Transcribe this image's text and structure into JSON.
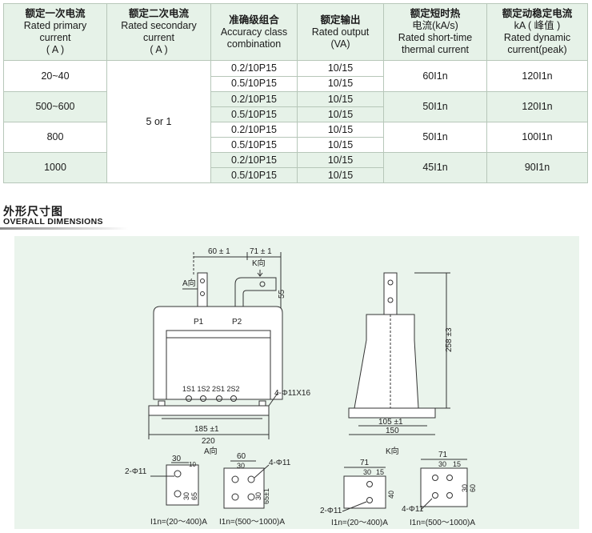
{
  "table": {
    "headers": [
      [
        "额定一次电流",
        "Rated primary",
        "current",
        "( A )"
      ],
      [
        "额定二次电流",
        "Rated secondary",
        "current",
        "( A )"
      ],
      [
        "准确级组合",
        "Accuracy class",
        "combination"
      ],
      [
        "额定输出",
        "Rated output",
        "(VA)"
      ],
      [
        "额定短时热",
        "电流(kA/s)",
        "Rated short-time",
        "thermal current"
      ],
      [
        "额定动稳定电流",
        "kA ( 峰值 )",
        "Rated dynamic",
        "current(peak)"
      ]
    ],
    "groups": [
      {
        "primary": "20~40",
        "classes": [
          "0.2/10P15",
          "0.5/10P15"
        ],
        "outputs": [
          "10/15",
          "10/15"
        ],
        "thermal": "60I1n",
        "dynamic": "120I1n"
      },
      {
        "primary": "500~600",
        "classes": [
          "0.2/10P15",
          "0.5/10P15"
        ],
        "outputs": [
          "10/15",
          "10/15"
        ],
        "thermal": "50I1n",
        "dynamic": "120I1n"
      },
      {
        "primary": "800",
        "classes": [
          "0.2/10P15",
          "0.5/10P15"
        ],
        "outputs": [
          "10/15",
          "10/15"
        ],
        "thermal": "50I1n",
        "dynamic": "100I1n"
      },
      {
        "primary": "1000",
        "classes": [
          "0.2/10P15",
          "0.5/10P15"
        ],
        "outputs": [
          "10/15",
          "10/15"
        ],
        "thermal": "45I1n",
        "dynamic": "90I1n"
      }
    ],
    "secondary": "5 or 1"
  },
  "section": {
    "title_cn": "外形尺寸图",
    "title_en": "OVERALL DIMENSIONS"
  },
  "drawing": {
    "front": {
      "dim_top_left": "60 ± 1",
      "dim_top_right": "71 ± 1",
      "k_label": "K向",
      "a_label": "A向",
      "dim_55": "55",
      "p1": "P1",
      "p2": "P2",
      "terminals": "1S1 1S2 2S1 2S2",
      "holes": "4-Φ11X16",
      "dim_185": "185 ±1",
      "dim_220": "220"
    },
    "side": {
      "dim_258": "258 ±3",
      "dim_105": "105 ±1",
      "dim_150": "150"
    },
    "views": {
      "a_title": "A向",
      "k_title": "K向",
      "a1": {
        "holes": "2-Φ11",
        "d1": "30",
        "d2": "10",
        "d3": "30",
        "d4": "65",
        "caption": "I1n=(20～400)A"
      },
      "a2": {
        "holes": "4-Φ11",
        "d1": "60",
        "d2": "30",
        "d3": "30",
        "d4": "65±1",
        "caption": "I1n=(500～1000)A"
      },
      "k1": {
        "holes": "2-Φ11",
        "d1": "71",
        "d2": "30",
        "d3": "15",
        "d4": "40",
        "caption": "I1n=(20～400)A"
      },
      "k2": {
        "holes": "4-Φ11",
        "d1": "71",
        "d2": "30",
        "d3": "15",
        "d4": "30",
        "d5": "60",
        "caption": "I1n=(500～1000)A"
      }
    }
  }
}
